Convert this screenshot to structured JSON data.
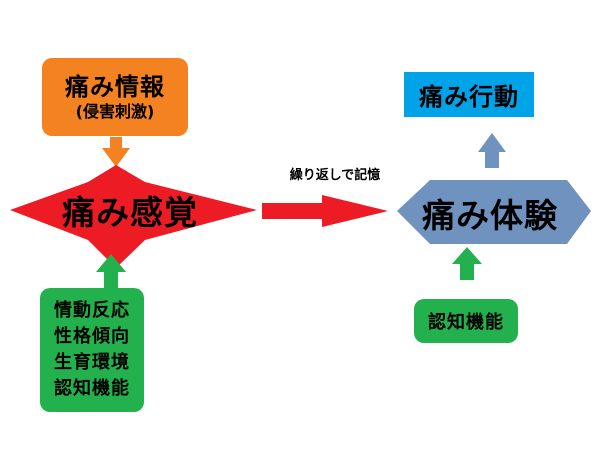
{
  "nodes": {
    "pain_info": {
      "title": "痛み情報",
      "subtitle": "(侵害刺激)",
      "color": "#f58220"
    },
    "pain_sensation": {
      "label": "痛み感覚",
      "color": "#ed1c24"
    },
    "pain_experience": {
      "label": "痛み体験",
      "color": "#7092be"
    },
    "pain_action": {
      "label": "痛み行動",
      "color": "#00a2e8"
    },
    "factors": {
      "lines": [
        "情動反応",
        "性格傾向",
        "生育環境",
        "認知機能"
      ],
      "color": "#22b14c"
    },
    "cognition": {
      "label": "認知機能",
      "color": "#22b14c"
    }
  },
  "edges": {
    "repeat_memory_label": "繰り返しで記憶"
  },
  "arrow_colors": {
    "orange": "#f58220",
    "green": "#22b14c",
    "red": "#ed1c24",
    "blue": "#7092be"
  }
}
